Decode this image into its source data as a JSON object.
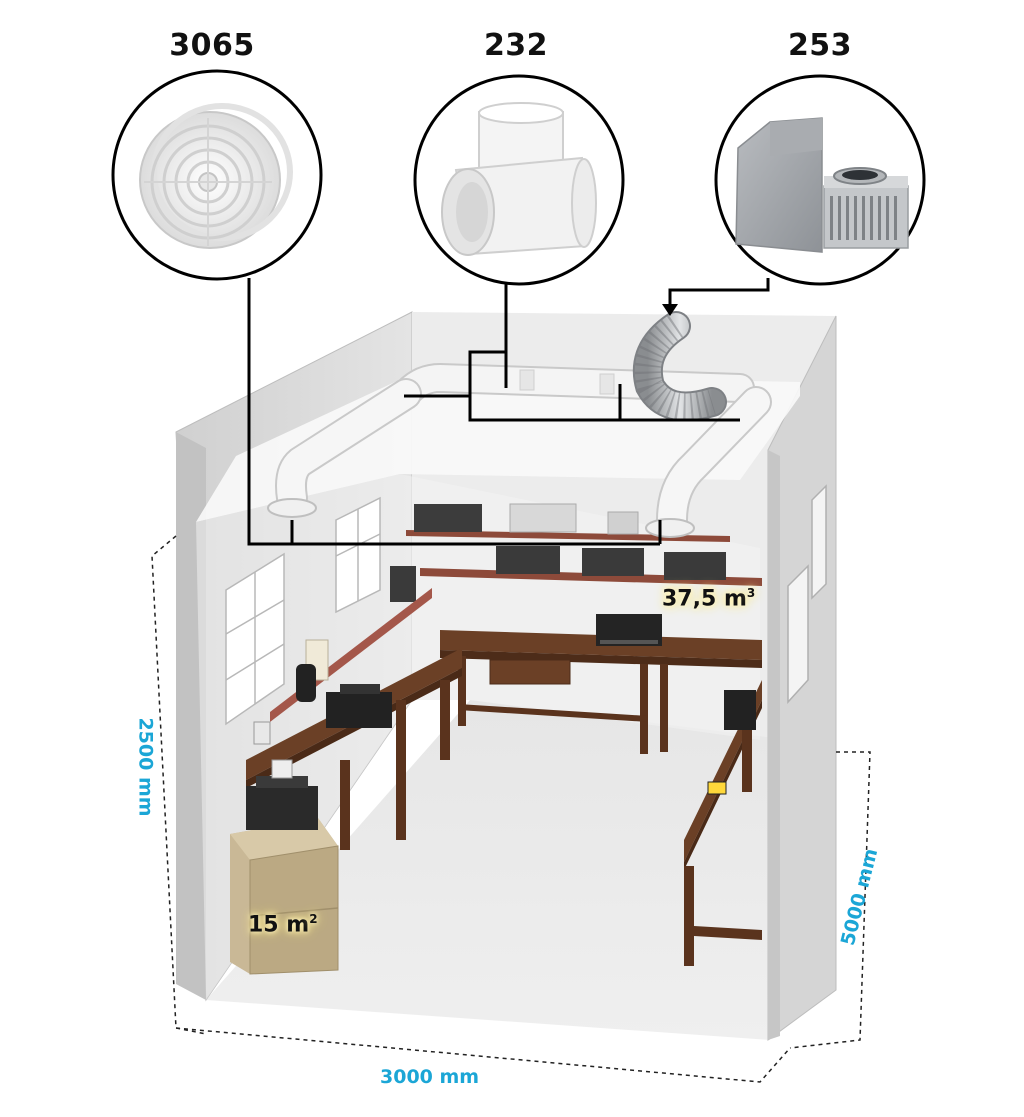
{
  "parts": [
    {
      "code": "3065",
      "icon": "round-ceiling-diffuser-icon"
    },
    {
      "code": "232",
      "icon": "duct-tee-connector-icon"
    },
    {
      "code": "253",
      "icon": "roof-fan-box-icon"
    }
  ],
  "dimensions": {
    "height": "2500 mm",
    "width": "3000 mm",
    "depth": "5000 mm"
  },
  "room": {
    "volume_value": "37,5 m",
    "volume_sup": "3",
    "area_value": "15 m",
    "area_sup": "2"
  },
  "colors": {
    "dimension_text": "#1ba6d6",
    "duct": "#f4f4f4",
    "wall": "#d9d9d9",
    "bench": "#6b4026"
  }
}
